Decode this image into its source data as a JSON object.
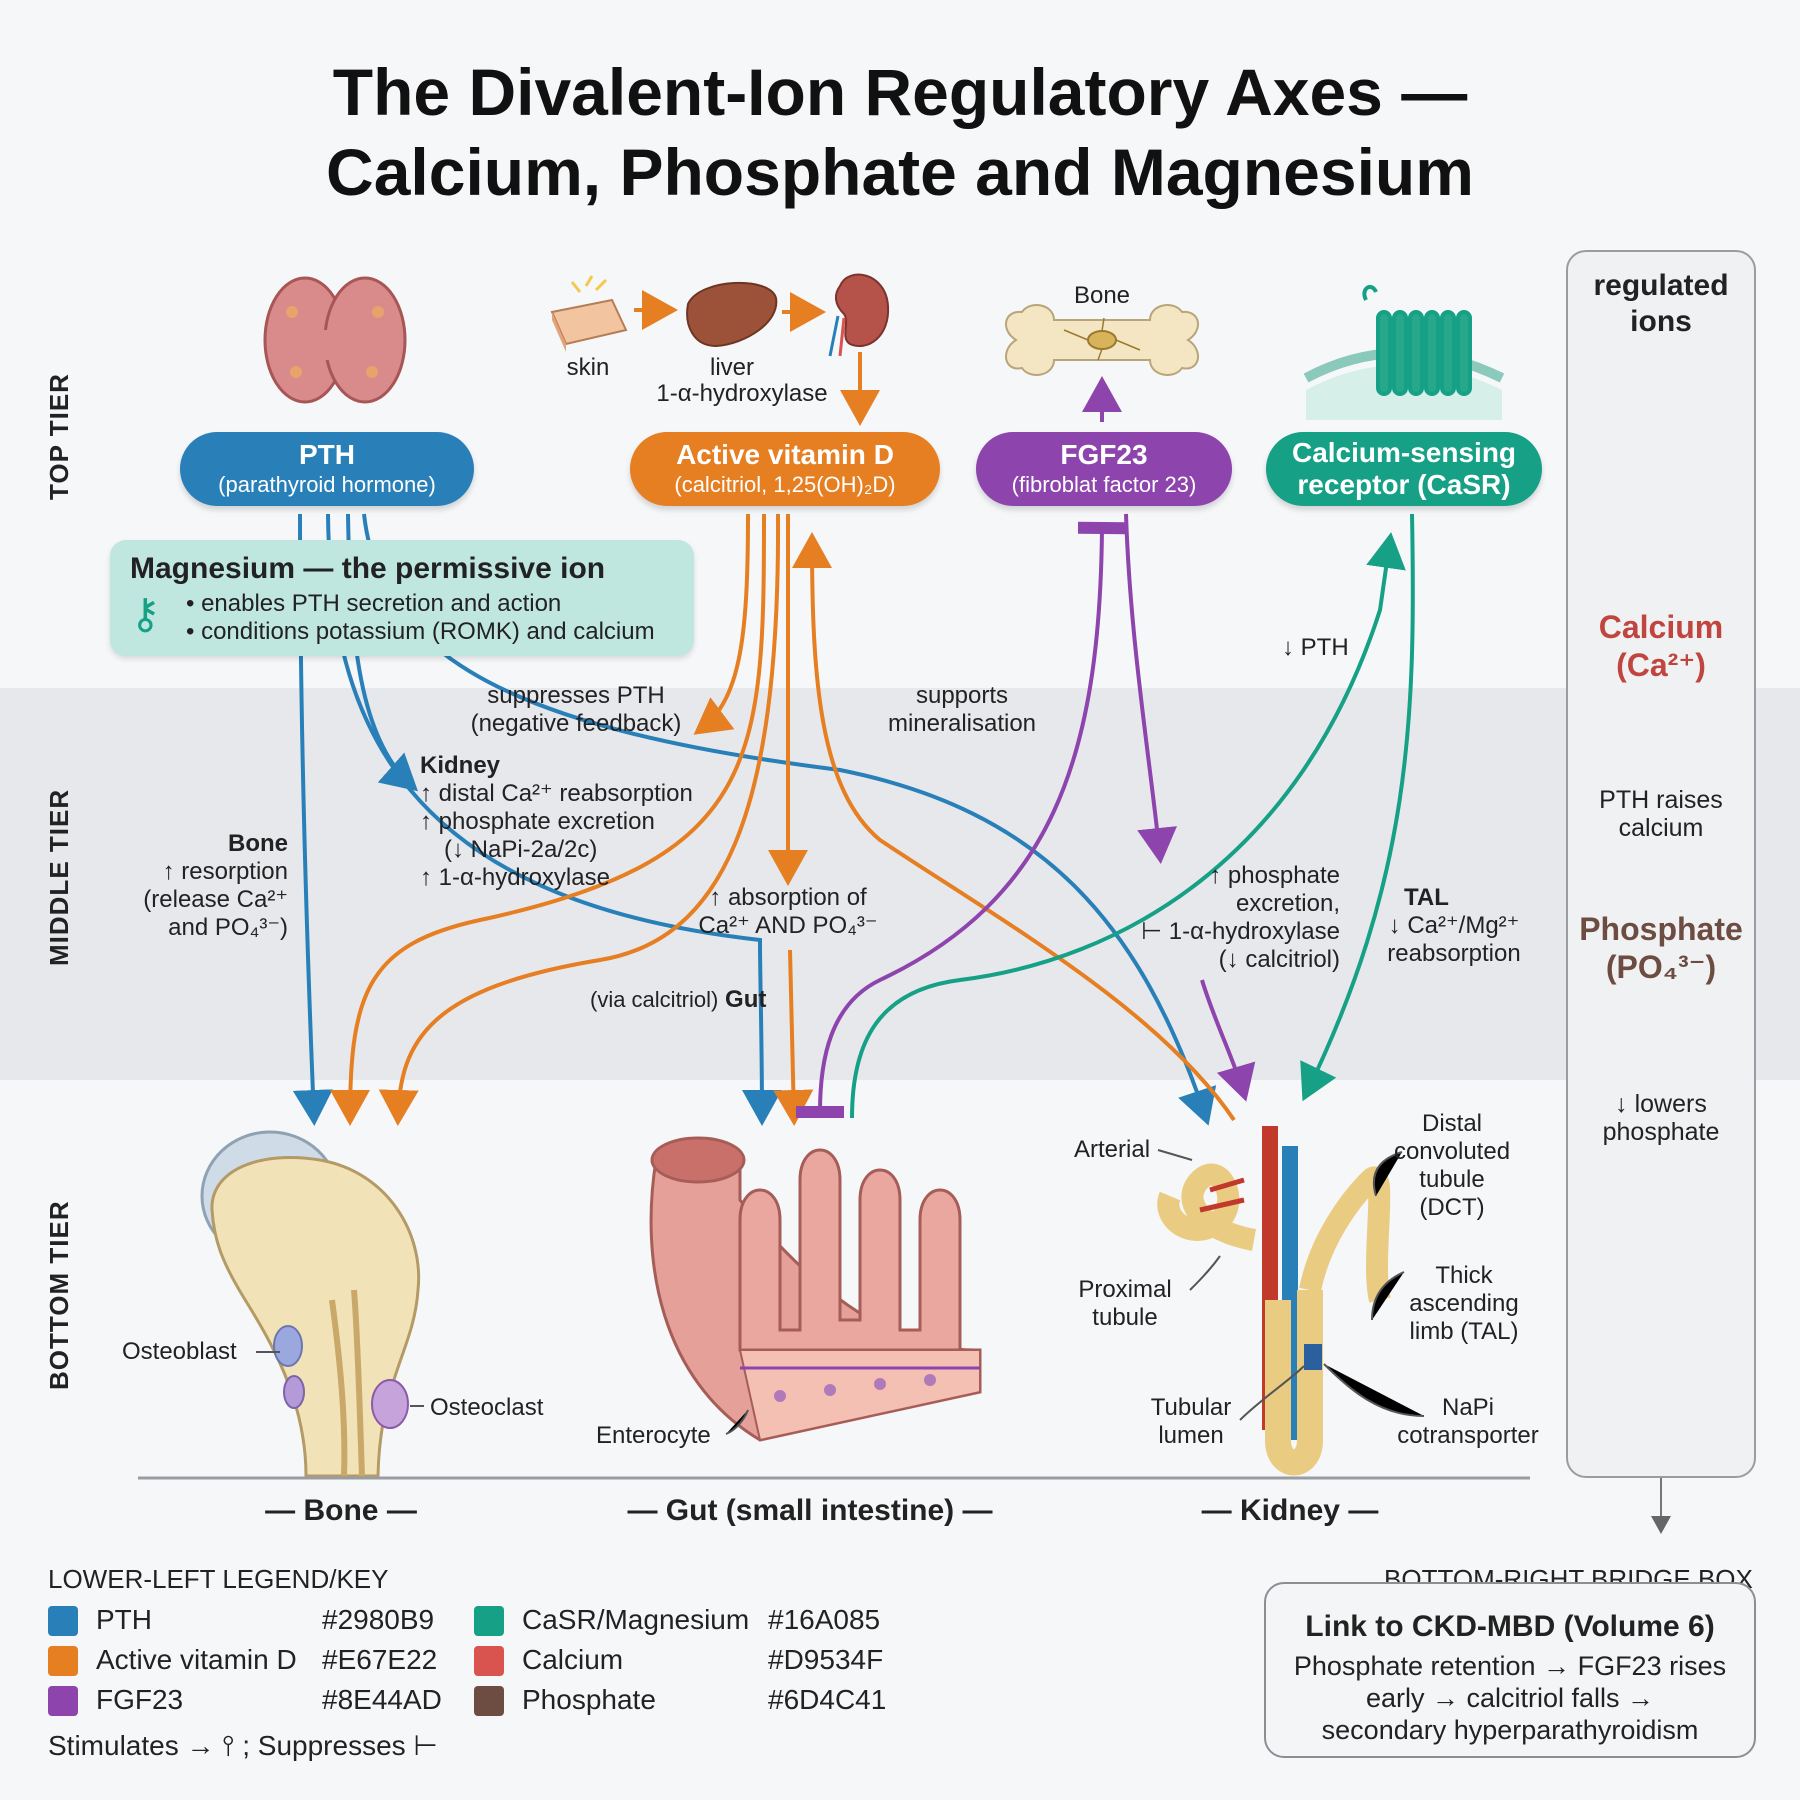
{
  "title": {
    "line1": "The Divalent-Ion Regulatory Axes —",
    "line2": "Calcium, Phosphate and Magnesium"
  },
  "tiers": {
    "top": "TOP TIER",
    "middle": "MIDDLE TIER",
    "bottom": "BOTTOM TIER"
  },
  "colors": {
    "pth": "#2980B9",
    "vitd": "#E67E22",
    "fgf23": "#8E44AD",
    "casr": "#16A085",
    "calcium": "#D9534F",
    "phosphate": "#6D4C41"
  },
  "icons": {
    "parathyroid": "parathyroid-gland-icon",
    "skin": "skin-icon",
    "liver": "liver-icon",
    "kidney_small": "kidney-icon",
    "bone_cell": "bone-osteocyte-icon",
    "receptor": "receptor-icon",
    "key": "key-icon",
    "bone_big": "femur-icon",
    "gut": "intestine-villi-icon",
    "nephron": "nephron-icon",
    "gauge_calcium": "gauge-icon",
    "gauge_phosphate": "gauge-icon"
  },
  "top": {
    "pth": {
      "title": "PTH",
      "sub": "(parathyroid hormone)"
    },
    "vitd": {
      "title": "Active vitamin D",
      "sub": "(calcitriol, 1,25(OH)₂D)"
    },
    "fgf23": {
      "title": "FGF23",
      "sub": "(fibroblat factor 23)"
    },
    "casr": {
      "title": "Calcium-sensing",
      "title2": "receptor (CaSR)"
    },
    "skin_label": "skin",
    "liver_label": "liver",
    "hydroxylase_label": "1-α-hydroxylase",
    "bone_label": "Bone"
  },
  "magnesium": {
    "title": "Magnesium — the permissive ion",
    "item1": "• enables PTH secretion and action",
    "item2": "• conditions potassium (ROMK) and calcium"
  },
  "mid": {
    "suppresses_1": "suppresses PTH",
    "suppresses_2": "(negative feedback)",
    "supports_1": "supports",
    "supports_2": "mineralisation",
    "down_pth": "↓ PTH",
    "kidney_title": "Kidney",
    "kidney_1": "↑ distal Ca²⁺ reabsorption",
    "kidney_2": "↑ phosphate excretion",
    "kidney_3": "(↓ NaPi-2a/2c)",
    "kidney_4": "↑ 1-α-hydroxylase",
    "bone_title": "Bone",
    "bone_1": "↑ resorption",
    "bone_2": "(release Ca²⁺",
    "bone_3": "and PO₄³⁻)",
    "abs_1": "↑ absorption of",
    "abs_2": "Ca²⁺ AND PO₄³⁻",
    "via": "(via calcitriol)",
    "gut": "Gut",
    "fgf_1": "↑ phosphate",
    "fgf_2": "excretion,",
    "fgf_3": "⊢ 1-α-hydroxylase",
    "fgf_4": "(↓ calcitriol)",
    "tal_title": "TAL",
    "tal_1": "↓ Ca²⁺/Mg²⁺",
    "tal_2": "reabsorption"
  },
  "bottom": {
    "osteoblast": "Osteoblast",
    "osteoclast": "Osteoclast",
    "enterocyte": "Enterocyte",
    "arterial": "Arterial",
    "dct_1": "Distal",
    "dct_2": "convoluted",
    "dct_3": "tubule",
    "dct_4": "(DCT)",
    "proximal_1": "Proximal",
    "proximal_2": "tubule",
    "thick_1": "Thick",
    "thick_2": "ascending",
    "thick_3": "limb (TAL)",
    "lumen_1": "Tubular",
    "lumen_2": "lumen",
    "napi_1": "NaPi",
    "napi_2": "cotransporter",
    "organ_bone": "— Bone —",
    "organ_gut": "— Gut (small intestine) —",
    "organ_kidney": "— Kidney —"
  },
  "ions": {
    "header_1": "regulated",
    "header_2": "ions",
    "calcium_1": "Calcium",
    "calcium_2": "(Ca²⁺)",
    "calcium_note_1": "PTH raises",
    "calcium_note_2": "calcium",
    "phosphate_1": "Phosphate",
    "phosphate_2": "(PO₄³⁻)",
    "phosphate_note_1": "↓ lowers",
    "phosphate_note_2": "phosphate"
  },
  "legend": {
    "header": "LOWER-LEFT LEGEND/KEY",
    "items": [
      {
        "label": "PTH",
        "hex": "#2980B9"
      },
      {
        "label": "Active vitamin D",
        "hex": "#E67E22"
      },
      {
        "label": "FGF23",
        "hex": "#8E44AD"
      },
      {
        "label": "CaSR/Magnesium",
        "hex": "#16A085"
      },
      {
        "label": "Calcium",
        "hex": "#D9534F"
      },
      {
        "label": "Phosphate",
        "hex": "#6D4C41"
      }
    ],
    "note": "Stimulates → ⫯ ; Suppresses ⊢"
  },
  "bridge": {
    "header": "BOTTOM-RIGHT BRIDGE BOX",
    "title": "Link to CKD-MBD (Volume 6)",
    "line1": "Phosphate retention → FGF23 rises",
    "line2": "early → calcitriol falls →",
    "line3": "secondary hyperparathyroidism"
  }
}
